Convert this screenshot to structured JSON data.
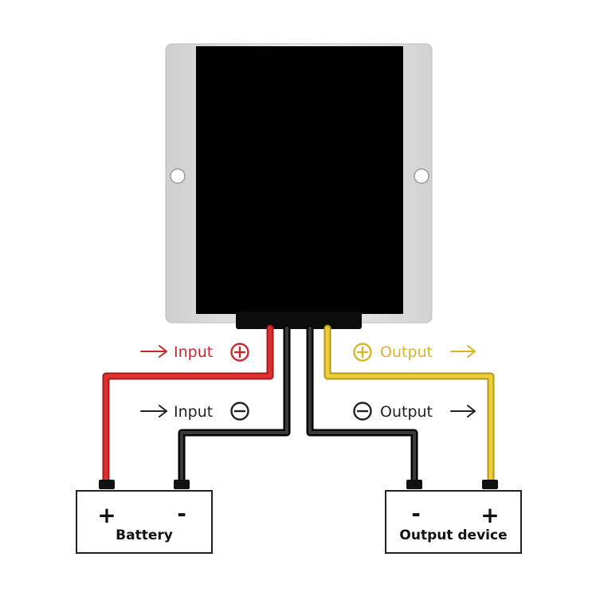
{
  "labels": {
    "input_pos": "Input",
    "input_neg": "Input",
    "output_pos": "Output",
    "output_neg": "Output"
  },
  "battery": {
    "name": "Battery",
    "plus": "+",
    "minus": "-"
  },
  "output_device": {
    "name": "Output device",
    "plus": "+",
    "minus": "-"
  },
  "colors": {
    "positive_input_wire": "#d42a2a",
    "positive_output_wire": "#e3c22a",
    "negative_wire": "#1c1c1c",
    "module_body": "#000000",
    "module_case": "#d9d9d9"
  }
}
